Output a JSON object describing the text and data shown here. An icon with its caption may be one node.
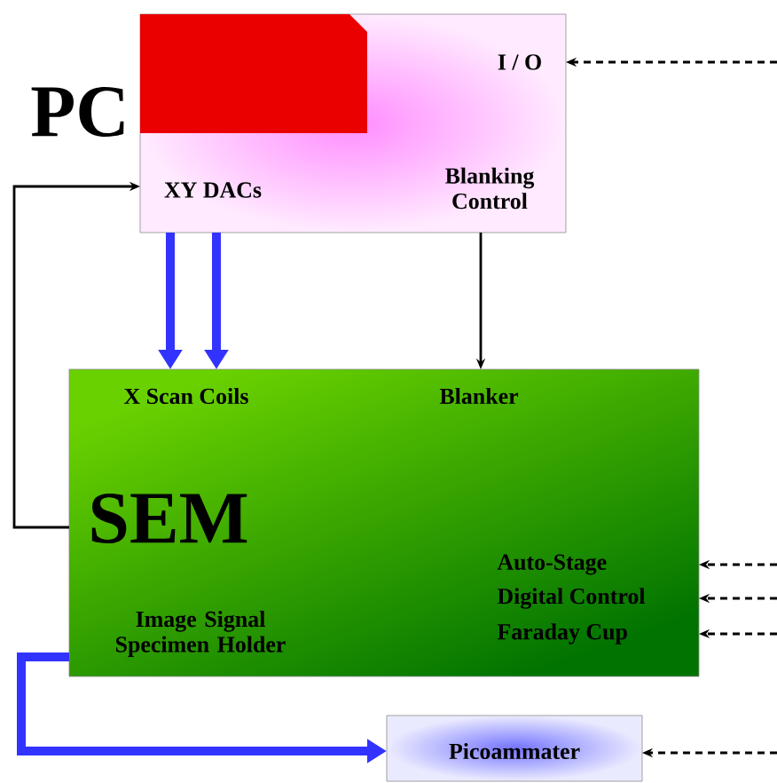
{
  "diagram": {
    "nodes": [
      {
        "text": [
          "PC",
          "I / O",
          "XY DACs",
          "Blanking Control"
        ]
      },
      {
        "text": [],
        "shape": "box",
        "in": 0
      },
      {
        "text": [
          "X Scan Coils",
          "Blanker",
          "SEM",
          "Auto-Stage",
          "Digital Control",
          "Faraday Cup",
          "Image Signal Specimen Holder"
        ]
      },
      {
        "text": [
          "Picoammater"
        ]
      }
    ],
    "edges": [
      {
        "from": 0,
        "to": 2,
        "arrow": "to",
        "style": "thick",
        "color": "#3333ff"
      },
      {
        "from": 0,
        "to": 2,
        "arrow": "to",
        "style": "thick",
        "color": "#3333ff"
      },
      {
        "from": 0,
        "to": 2,
        "arrow": "to"
      },
      {
        "from": 2,
        "to": 0,
        "arrow": "to"
      },
      {
        "from": null,
        "to": 0,
        "arrow": "to",
        "style": "dashed"
      },
      {
        "from": null,
        "to": 2,
        "arrow": "to",
        "style": "dashed"
      },
      {
        "from": null,
        "to": 2,
        "arrow": "to",
        "style": "dashed"
      },
      {
        "from": null,
        "to": 2,
        "arrow": "to",
        "style": "dashed"
      },
      {
        "from": null,
        "to": 3,
        "arrow": "to",
        "style": "dashed"
      },
      {
        "from": 2,
        "to": 3,
        "arrow": "to",
        "style": "thick",
        "color": "#3333ff"
      }
    ]
  }
}
